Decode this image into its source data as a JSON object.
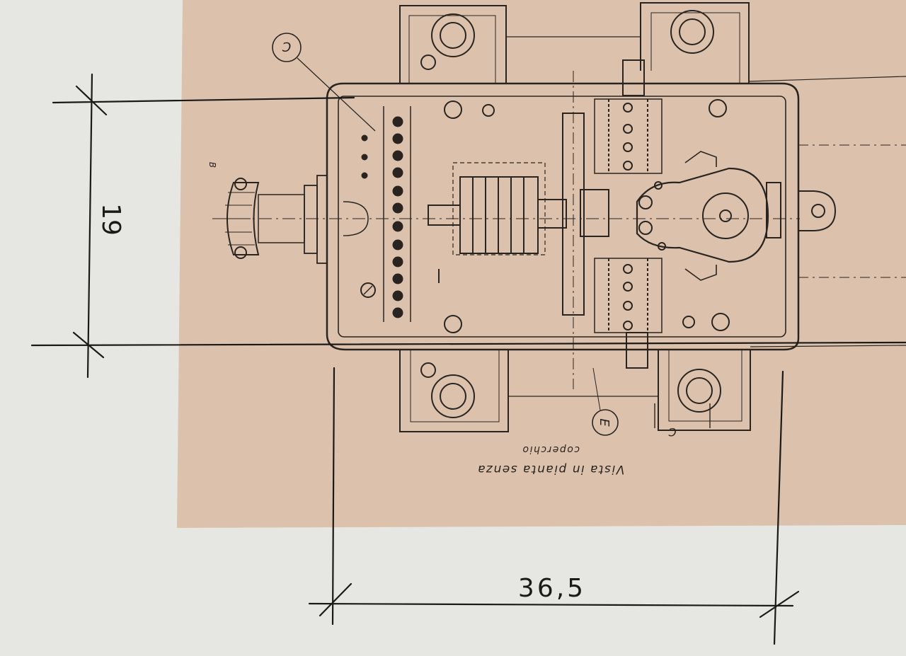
{
  "drawing": {
    "dimension_height": "19",
    "dimension_width": "36,5",
    "caption_line1": "Vista in pianta senza",
    "caption_line2": "coperchio",
    "callout_c": "C",
    "callout_e": "E",
    "section_mark": "C",
    "side_mark": "B"
  },
  "colors": {
    "paper": "#e6e7e3",
    "print_background": "#dcc2ac",
    "ink": "#2a2420"
  }
}
